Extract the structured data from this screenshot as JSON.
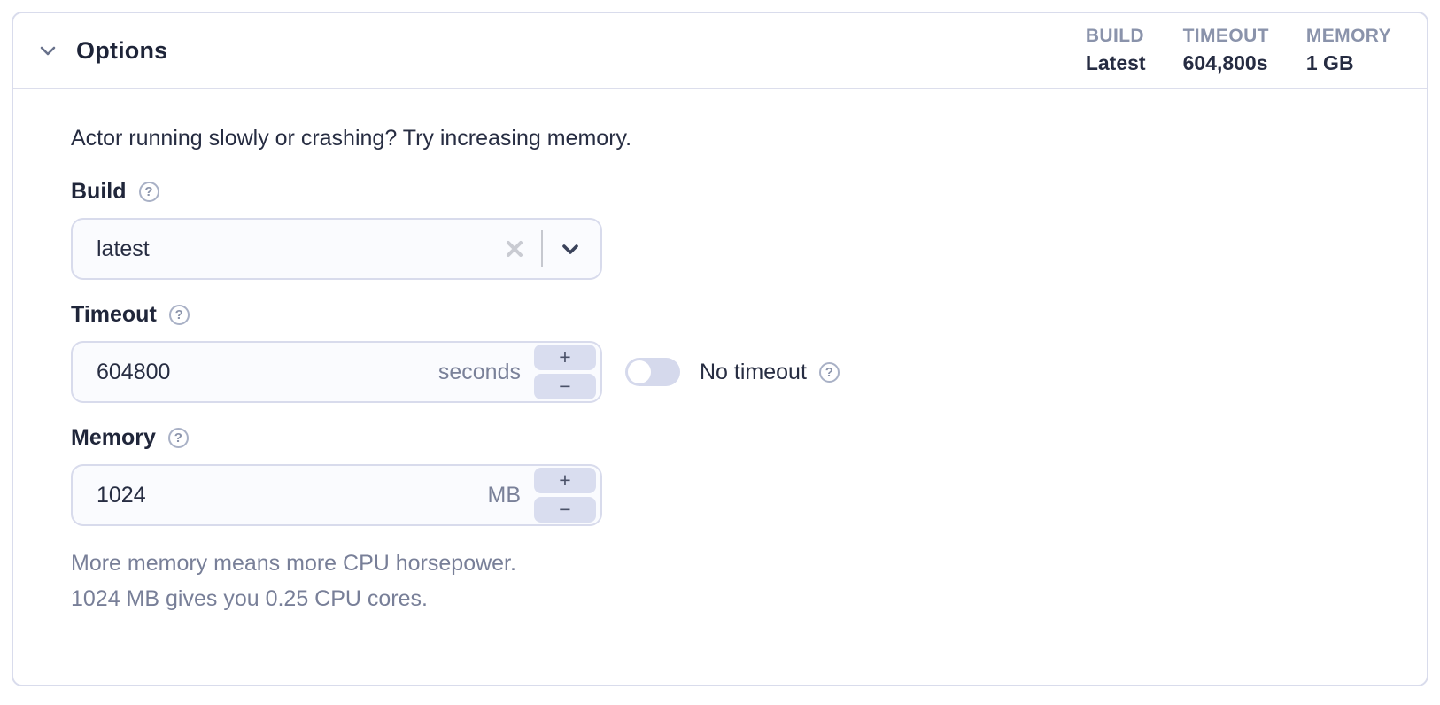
{
  "panel": {
    "title": "Options",
    "summary": [
      {
        "label": "BUILD",
        "value": "Latest"
      },
      {
        "label": "TIMEOUT",
        "value": "604,800s"
      },
      {
        "label": "MEMORY",
        "value": "1 GB"
      }
    ],
    "intro": "Actor running slowly or crashing? Try increasing memory.",
    "fields": {
      "build": {
        "label": "Build",
        "value": "latest"
      },
      "timeout": {
        "label": "Timeout",
        "value": "604800",
        "unit": "seconds"
      },
      "memory": {
        "label": "Memory",
        "value": "1024",
        "unit": "MB"
      }
    },
    "no_timeout": {
      "label": "No timeout",
      "state": "off"
    },
    "memory_help": {
      "line1": "More memory means more CPU horsepower.",
      "line2": "1024 MB gives you 0.25 CPU cores."
    },
    "stepper": {
      "increment": "+",
      "decrement": "−"
    }
  },
  "icons": {
    "help_glyph": "?"
  },
  "colors": {
    "card_border": "#D9DCEC",
    "header_divider": "#DCDEEC",
    "title_text": "#1E2438",
    "summary_label": "#8A93AB",
    "summary_value": "#262C42",
    "body_text": "#272D42",
    "input_bg": "#FAFBFE",
    "input_border": "#D8DBEC",
    "unit_text": "#7A8199",
    "stepper_bg": "#D9DDEF",
    "toggle_track": "#D5D9EC",
    "toggle_knob": "#FFFFFF",
    "helper_text": "#787F98",
    "help_icon": "#A9B1C6"
  }
}
